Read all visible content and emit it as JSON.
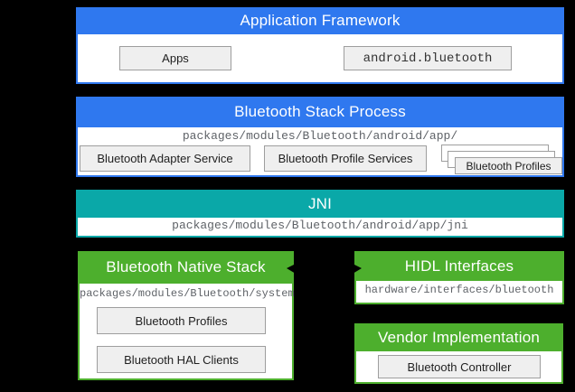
{
  "colors": {
    "background": "#000000",
    "framework_blue": "#2F78EF",
    "jni_teal": "#0AA8A8",
    "native_green": "#4DAF2D",
    "box_fill": "#EFEFEF",
    "box_border": "#9E9E9E",
    "path_text": "#5F6368"
  },
  "sections": {
    "application_framework": {
      "title": "Application Framework",
      "boxes": [
        "Apps",
        "android.bluetooth"
      ]
    },
    "bluetooth_stack_process": {
      "title": "Bluetooth Stack Process",
      "path": "packages/modules/Bluetooth/android/app/",
      "boxes": [
        "Bluetooth Adapter Service",
        "Bluetooth Profile Services",
        "Bluetooth Profiles"
      ]
    },
    "jni": {
      "title": "JNI",
      "path": "packages/modules/Bluetooth/android/app/jni"
    },
    "bluetooth_native_stack": {
      "title": "Bluetooth Native Stack",
      "path": "packages/modules/Bluetooth/system",
      "boxes": [
        "Bluetooth Profiles",
        "Bluetooth HAL Clients"
      ]
    },
    "hidl_interfaces": {
      "title": "HIDL Interfaces",
      "path": "hardware/interfaces/bluetooth"
    },
    "vendor_implementation": {
      "title": "Vendor Implementation",
      "boxes": [
        "Bluetooth Controller"
      ]
    }
  },
  "connections": [
    {
      "from": "Bluetooth Native Stack",
      "to": "HIDL Interfaces",
      "type": "bidirectional-arrow"
    }
  ]
}
